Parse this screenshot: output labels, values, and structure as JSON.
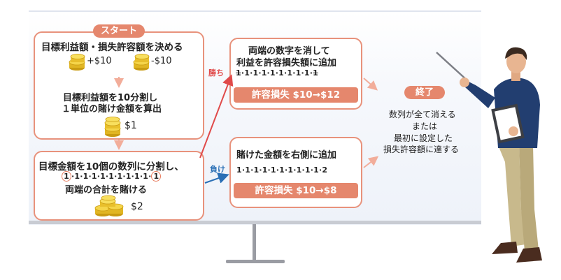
{
  "start": {
    "label": "スタート",
    "line1": "目標利益額・損失許容額を決める",
    "profit": "+$10",
    "loss": "-$10",
    "line2": "目標利益額を10分割し",
    "line3": "１単位の賭け金額を算出",
    "unit": "$1"
  },
  "split": {
    "line1": "目標金額を10個の数列に分割し、",
    "seq_first": "1",
    "seq_mid": "·1·1·1·1·1·1·1·1·1·",
    "seq_last": "1",
    "line2": "両端の合計を賭ける",
    "bet": "$2"
  },
  "win": {
    "branch": "勝ち",
    "line1": "両端の数字を消して",
    "line2": "利益を許容損失額に追加",
    "seq_first": "1",
    "seq_mid": "·1·1·1·1·1·1·1·1·",
    "seq_last": "1",
    "tolerance": "許容損失 $10→$12"
  },
  "lose": {
    "branch": "負け",
    "line1": "賭けた金額を右側に追加",
    "seq": "1·1·1·1·1·1·1·1·1·1·2",
    "tolerance": "許容損失 $10→$8"
  },
  "end": {
    "label": "終了",
    "line1": "数列が全て消える",
    "line2": "または",
    "line3": "最初に設定した",
    "line4": "損失許容額に達する"
  },
  "colors": {
    "accent": "#e5876d",
    "win_arrow": "#e04a4a",
    "lose_arrow": "#2a6fb5"
  }
}
